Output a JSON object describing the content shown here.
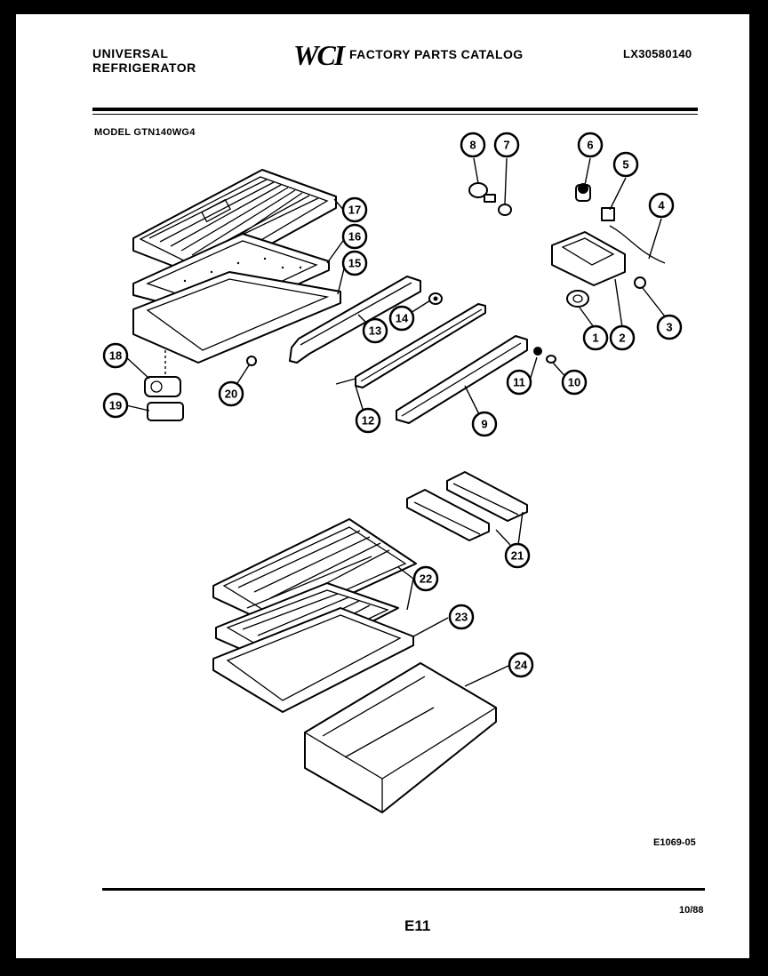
{
  "header": {
    "brand_line1": "UNIVERSAL",
    "brand_line2": "REFRIGERATOR",
    "logo": "WCI",
    "catalog_title": "FACTORY PARTS CATALOG",
    "part_number": "LX30580140"
  },
  "model_label": "MODEL GTN140WG4",
  "footer": {
    "drawing_code": "E1069-05",
    "page": "E11",
    "date": "10/88"
  },
  "callouts": [
    "1",
    "2",
    "3",
    "4",
    "5",
    "6",
    "7",
    "8",
    "9",
    "10",
    "11",
    "12",
    "13",
    "14",
    "15",
    "16",
    "17",
    "18",
    "19",
    "20",
    "21",
    "22",
    "23",
    "24"
  ]
}
